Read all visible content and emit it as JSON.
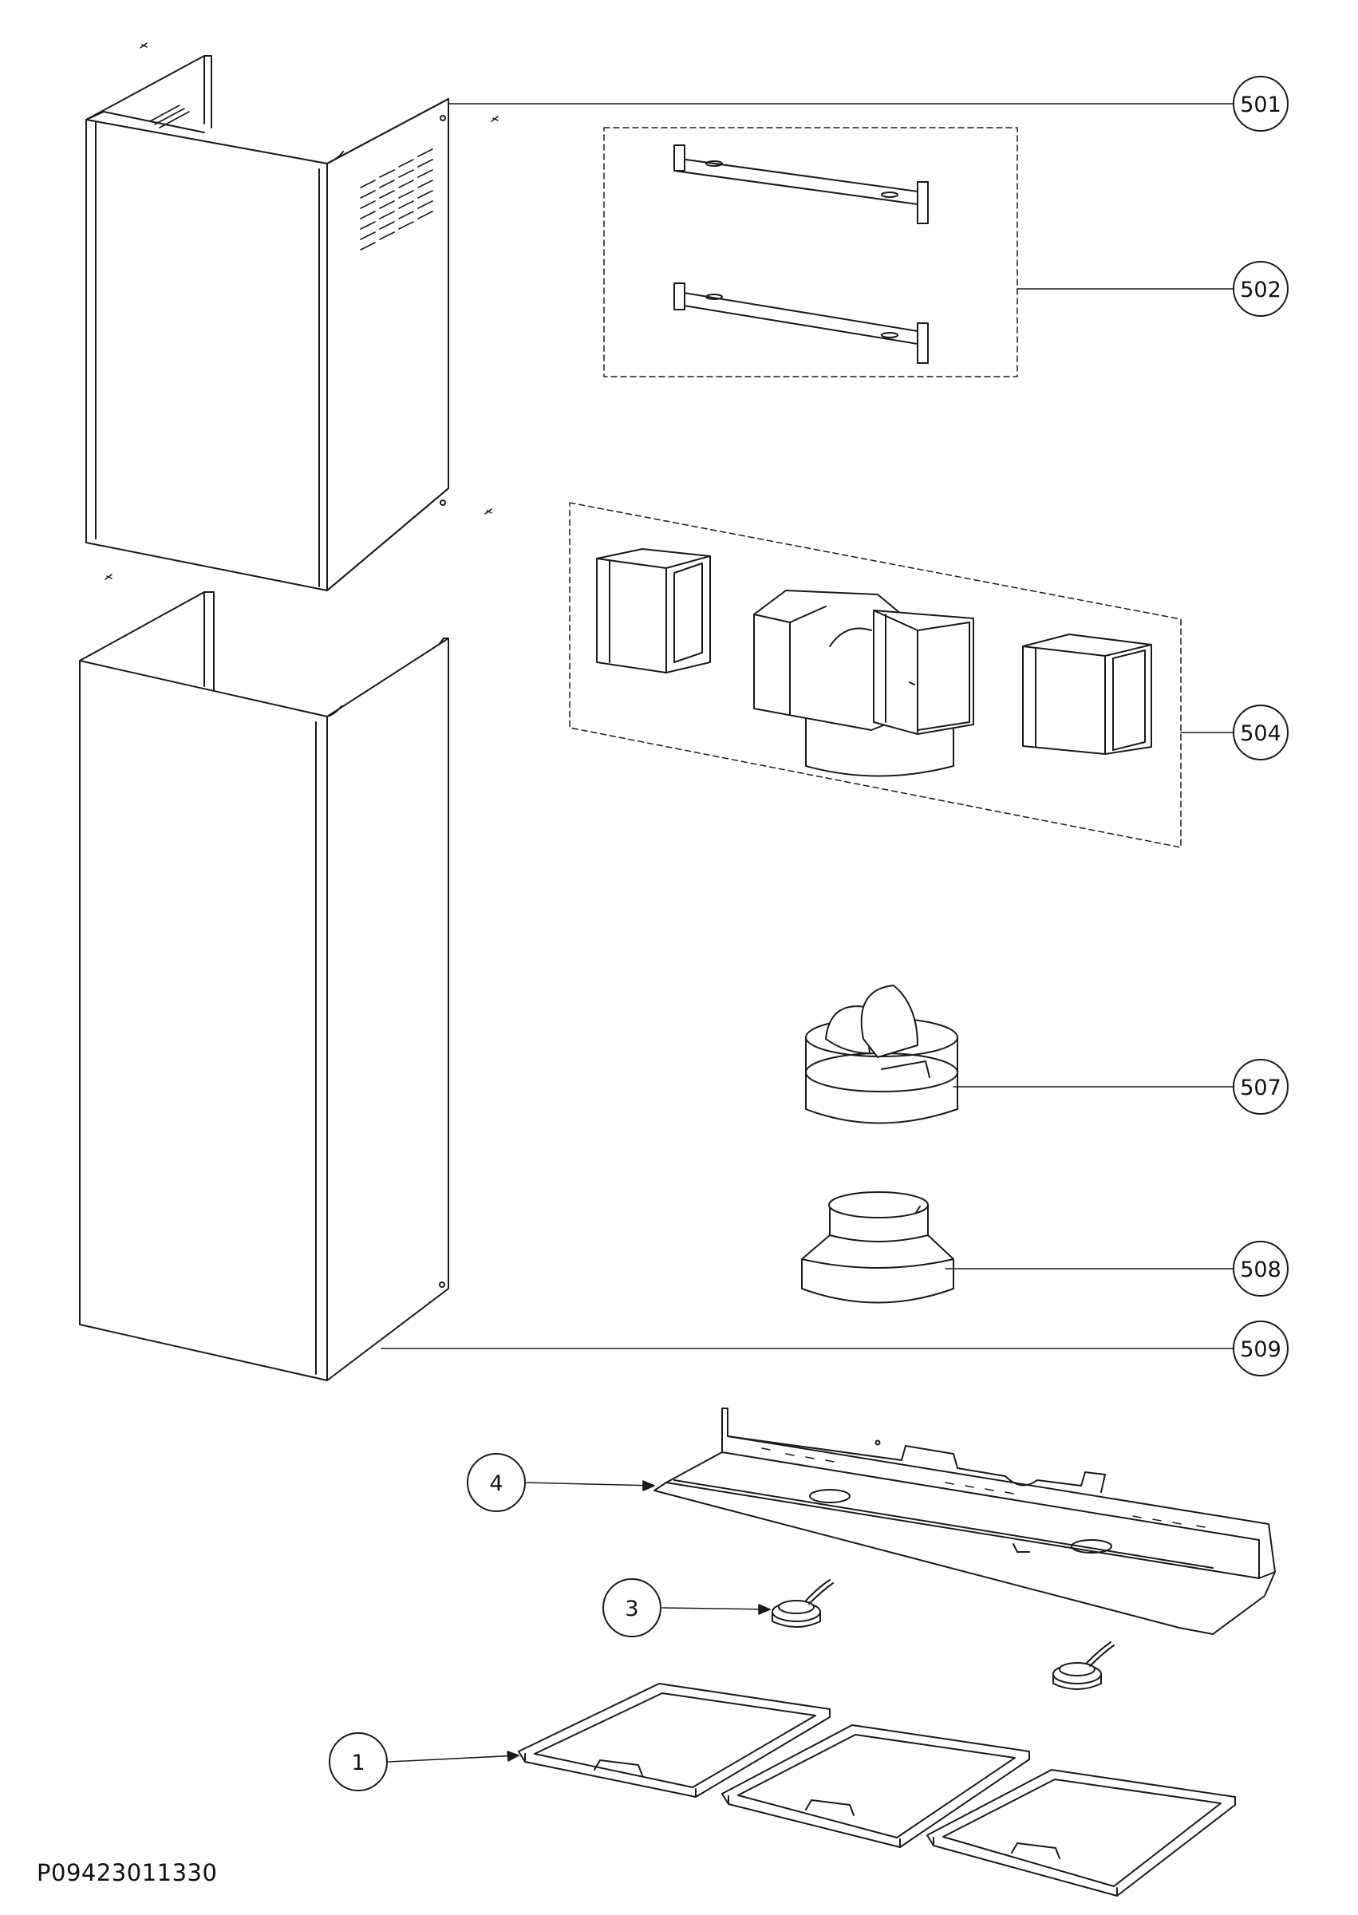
{
  "diagram": {
    "callouts": [
      {
        "id": "501",
        "label": "501"
      },
      {
        "id": "502",
        "label": "502"
      },
      {
        "id": "504",
        "label": "504"
      },
      {
        "id": "507",
        "label": "507"
      },
      {
        "id": "508",
        "label": "508"
      },
      {
        "id": "509",
        "label": "509"
      },
      {
        "id": "4",
        "label": "4"
      },
      {
        "id": "3",
        "label": "3"
      },
      {
        "id": "1",
        "label": "1"
      }
    ],
    "drawing_code": "P09423011330"
  }
}
